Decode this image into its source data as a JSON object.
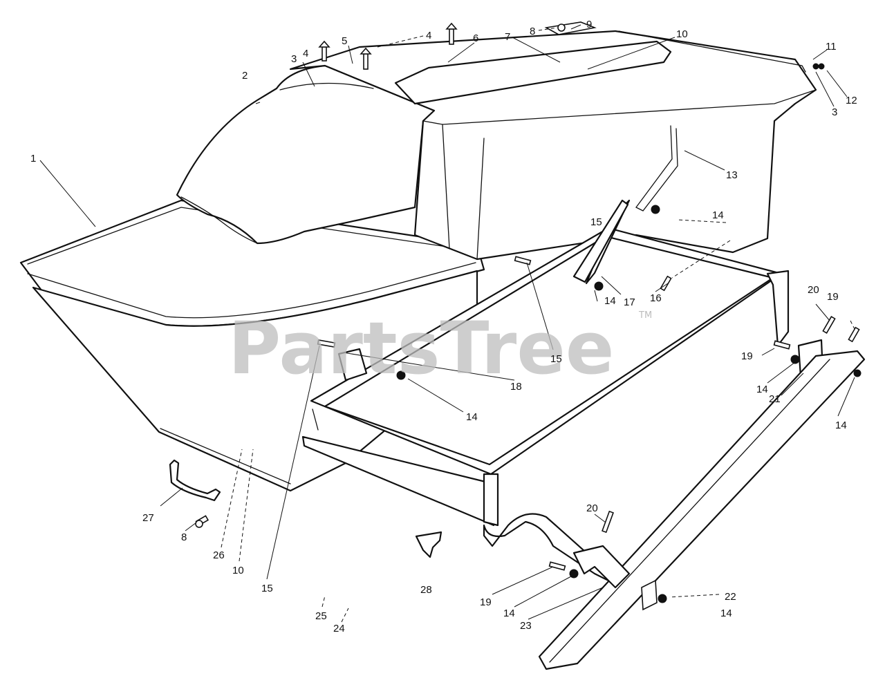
{
  "watermark": {
    "text": "PartsTree",
    "trademark": "TM"
  },
  "callouts": [
    {
      "id": "c1",
      "text": "1"
    },
    {
      "id": "c2",
      "text": "2"
    },
    {
      "id": "c3a",
      "text": "3"
    },
    {
      "id": "c3b",
      "text": "3"
    },
    {
      "id": "c4a",
      "text": "4"
    },
    {
      "id": "c4b",
      "text": "4"
    },
    {
      "id": "c5",
      "text": "5"
    },
    {
      "id": "c6",
      "text": "6"
    },
    {
      "id": "c7",
      "text": "7"
    },
    {
      "id": "c8a",
      "text": "8"
    },
    {
      "id": "c8b",
      "text": "8"
    },
    {
      "id": "c9",
      "text": "9"
    },
    {
      "id": "c10a",
      "text": "10"
    },
    {
      "id": "c10b",
      "text": "10"
    },
    {
      "id": "c11",
      "text": "11"
    },
    {
      "id": "c12",
      "text": "12"
    },
    {
      "id": "c13",
      "text": "13"
    },
    {
      "id": "c14a",
      "text": "14"
    },
    {
      "id": "c14b",
      "text": "14"
    },
    {
      "id": "c14c",
      "text": "14"
    },
    {
      "id": "c14d",
      "text": "14"
    },
    {
      "id": "c14e",
      "text": "14"
    },
    {
      "id": "c14f",
      "text": "14"
    },
    {
      "id": "c14g",
      "text": "14"
    },
    {
      "id": "c15a",
      "text": "15"
    },
    {
      "id": "c15b",
      "text": "15"
    },
    {
      "id": "c15c",
      "text": "15"
    },
    {
      "id": "c16",
      "text": "16"
    },
    {
      "id": "c17",
      "text": "17"
    },
    {
      "id": "c18",
      "text": "18"
    },
    {
      "id": "c19a",
      "text": "19"
    },
    {
      "id": "c19b",
      "text": "19"
    },
    {
      "id": "c19c",
      "text": "19"
    },
    {
      "id": "c20a",
      "text": "20"
    },
    {
      "id": "c20b",
      "text": "20"
    },
    {
      "id": "c21",
      "text": "21"
    },
    {
      "id": "c22",
      "text": "22"
    },
    {
      "id": "c23",
      "text": "23"
    },
    {
      "id": "c24",
      "text": "24"
    },
    {
      "id": "c25",
      "text": "25"
    },
    {
      "id": "c26",
      "text": "26"
    },
    {
      "id": "c27",
      "text": "27"
    },
    {
      "id": "c28",
      "text": "28"
    }
  ]
}
